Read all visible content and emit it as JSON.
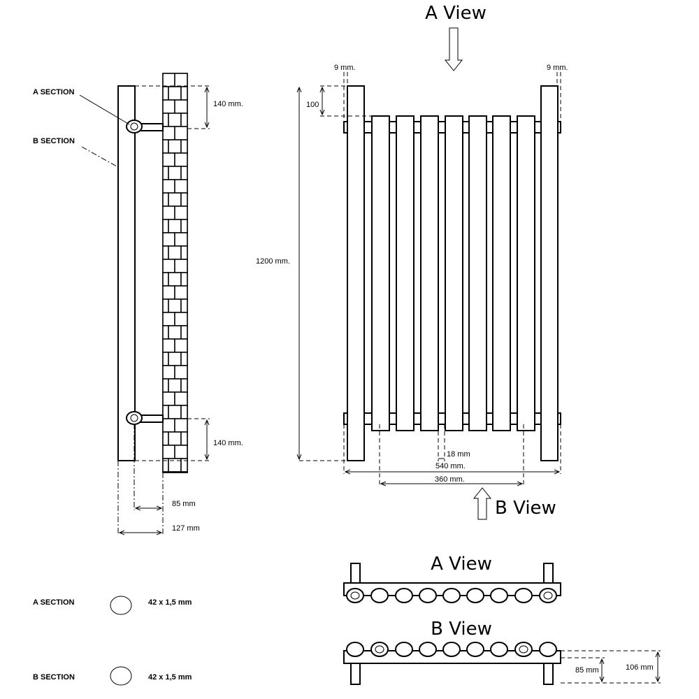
{
  "labels": {
    "a_section": "A  SECTION",
    "b_section": "B  SECTION",
    "a_view": "A View",
    "b_view": "B View"
  },
  "dimensions": {
    "side_top": "140 mm.",
    "side_bottom": "140 mm.",
    "side_85": "85 mm",
    "side_127": "127 mm",
    "front_9_left": "9 mm.",
    "front_9_right": "9 mm.",
    "front_100": "100",
    "front_1200": "1200  mm.",
    "front_18": "18 mm",
    "front_540": "540 mm.",
    "front_360": "360 mm.",
    "bview_85": "85 mm",
    "bview_106": "106 mm"
  },
  "legend": [
    {
      "section": "A  SECTION",
      "spec": "42 x 1,5 mm"
    },
    {
      "section": "B  SECTION",
      "spec": "42 x 1,5 mm"
    }
  ]
}
